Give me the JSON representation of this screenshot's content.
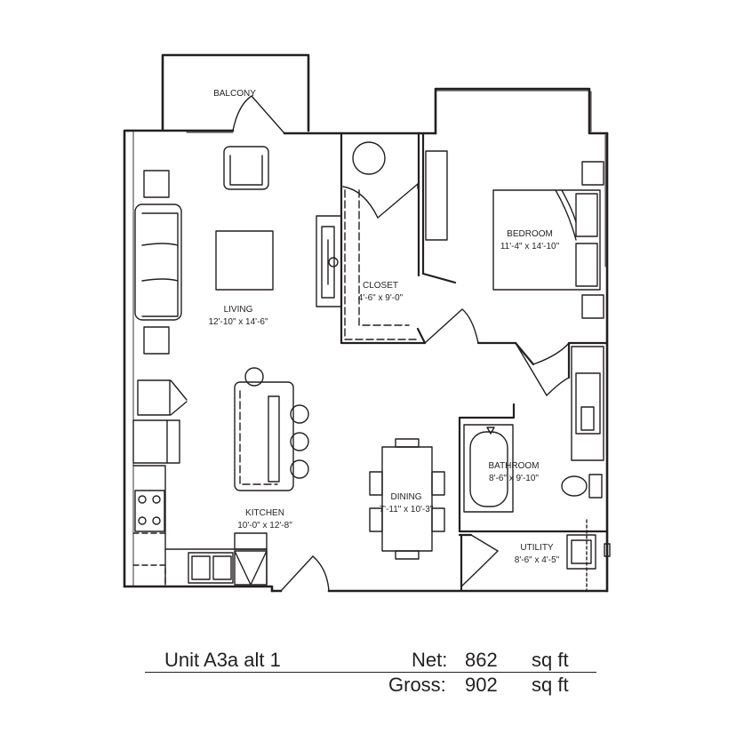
{
  "unit": {
    "name": "Unit A3a alt 1"
  },
  "area": {
    "net_label": "Net:",
    "net_value": "862",
    "net_unit": "sq ft",
    "gross_label": "Gross:",
    "gross_value": "902",
    "gross_unit": "sq ft"
  },
  "rooms": {
    "balcony": {
      "name": "BALCONY"
    },
    "living": {
      "name": "LIVING",
      "dims": "12'-10\" x 14'-6\""
    },
    "closet": {
      "name": "CLOSET",
      "dims": "4'-6\" x 9'-0\""
    },
    "bedroom": {
      "name": "BEDROOM",
      "dims": "11'-4\" x 14'-10\""
    },
    "bathroom": {
      "name": "BATHROOM",
      "dims": "8'-6\" x 9'-10\""
    },
    "dining": {
      "name": "DINING",
      "dims": "7'-11\" x 10'-3\""
    },
    "kitchen": {
      "name": "KITCHEN",
      "dims": "10'-0\" x 12'-8\""
    },
    "utility": {
      "name": "UTILITY",
      "dims": "8'-6\" x 4'-5\""
    }
  }
}
